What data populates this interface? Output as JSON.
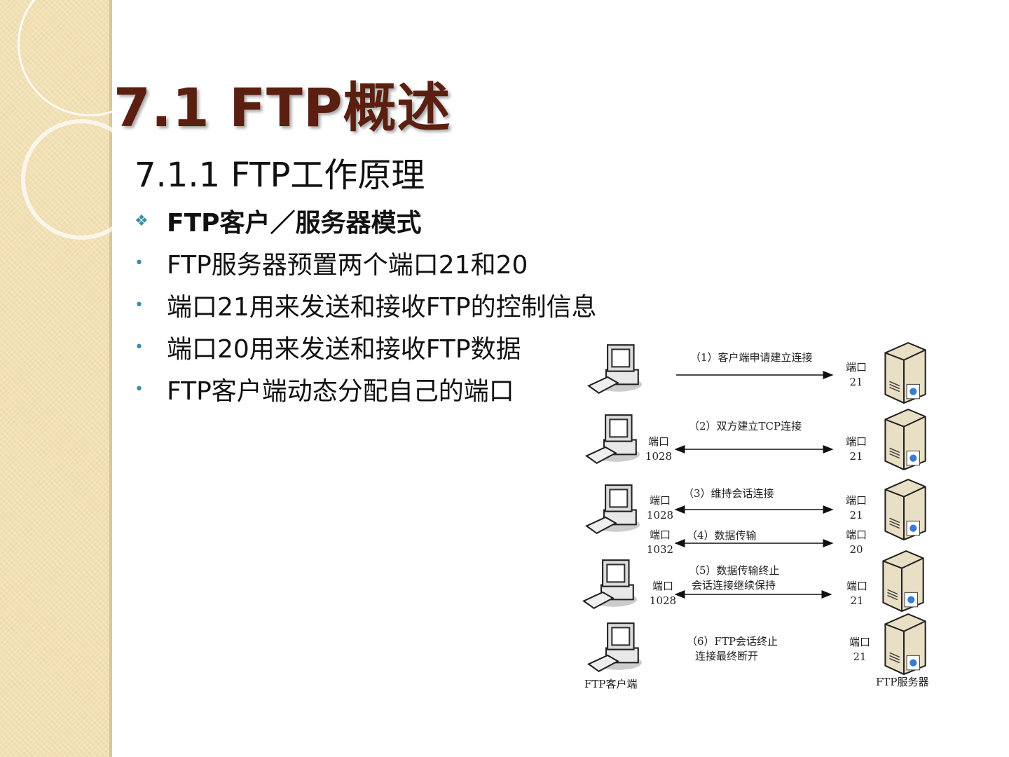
{
  "slide": {
    "title": "7.1  FTP概述",
    "subtitle": "7.1.1  FTP工作原理",
    "bullets": [
      {
        "text": "FTP客户／服务器模式",
        "marker": "❖"
      },
      {
        "text": "FTP服务器预置两个端口21和20",
        "marker": "•"
      },
      {
        "text": "端口21用来发送和接收FTP的控制信息",
        "marker": "•"
      },
      {
        "text": "端口20用来发送和接收FTP数据",
        "marker": "•"
      },
      {
        "text": "FTP客户端动态分配自己的端口",
        "marker": "•"
      }
    ]
  },
  "diagram": {
    "port_label": "端口",
    "steps": [
      {
        "label": "（1）客户端申请建立连接",
        "server_port": "21"
      },
      {
        "label": "（2）双方建立TCP连接",
        "client_port": "1028",
        "server_port": "21"
      },
      {
        "label": "（3）维持会话连接",
        "client_port": "1028",
        "server_port": "21"
      },
      {
        "label": "（4）数据传输",
        "client_port": "1032",
        "server_port": "20"
      },
      {
        "label1": "（5）数据传输终止",
        "label2": "会话连接继续保持",
        "client_port": "1028",
        "server_port": "21"
      },
      {
        "label1": "（6）FTP会话终止",
        "label2": "连接最终断开",
        "server_port": "21"
      }
    ],
    "client_caption": "FTP客户端",
    "server_caption": "FTP服务器"
  }
}
